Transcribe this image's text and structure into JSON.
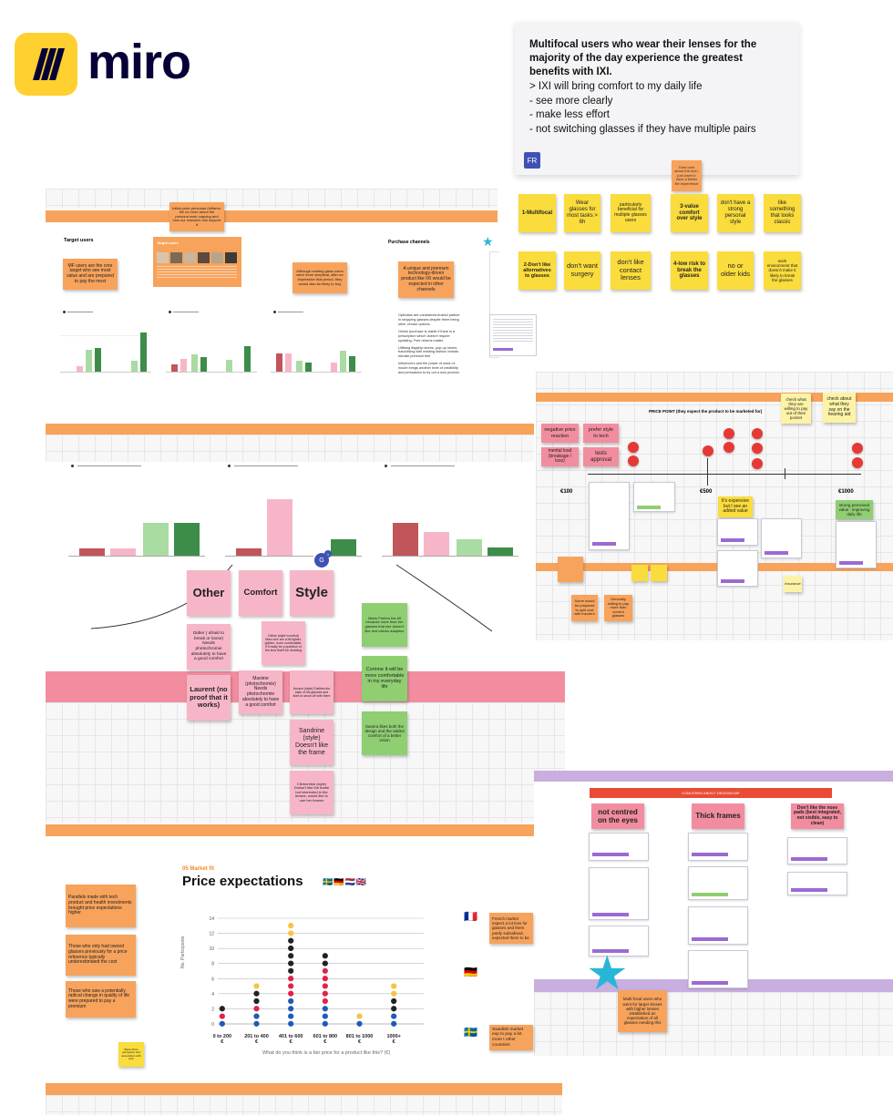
{
  "logo": {
    "wordmark": "miro"
  },
  "quote_card": {
    "headline": "Multifocal users who wear their lenses for the majority of the day experience the greatest benefits with IXI.",
    "bullets": [
      "> IXI will bring comfort to my daily life",
      "- see more clearly",
      "- make less effort",
      "- not switching glasses if they have multiple pairs"
    ],
    "avatar": "FR"
  },
  "top_right_stickies": {
    "small_orange": "Dont care about the tech, just want to have a better life experience",
    "row1": [
      "1-Multifocal",
      "Wear glasses for most tasks > 6h",
      "particularly beneficial for multiple glasses users",
      "3-value comfort over style",
      "don't have a strong personal style",
      "like something that looks classic"
    ],
    "row2": [
      "2-Don't like alternatives to glasses",
      "don't want surgery",
      "don't like contact lenses",
      "4-low risk to break the glasses",
      "no or older kids",
      "work environment that doesn't make it likely to break the glasses"
    ]
  },
  "target_section": {
    "note_top": "Initial proto personas (Inflame, tell us more about the persona work ongoing and how our research can support it",
    "title": "Target users",
    "card_title": "Target users",
    "sticky_left": "MF users are the core target who see most value and are prepared to pay the most",
    "sticky_mid": "Although reading glass users were more skeptical, after an impressive trial period, they would also be likely to buy",
    "channels_title": "Purchase channels",
    "sticky_channels": "A unique and premium technology-driven product like IXI would be expected in other channels",
    "channel_notes": [
      "Opticians are considered trusted partner in shopping glasses despite there being other vendor options",
      "Online purchase is viable if there is a prescription which doesn't require updating. Free returns matter.",
      "Utilising flagship stores, pop-up stores, franchising with existing fashion brands elevate premium feel",
      "Influencers and the power of word-of-mouth brings another level of credibility and persuasion to try out a new product"
    ]
  },
  "price_point": {
    "title": "PRICE POINT (they expect the product to be marketed for)",
    "labels": [
      "€100",
      "€500",
      "€1000"
    ],
    "pink_stickies": [
      "negative price reaction",
      "prefer style to tech",
      "mental load (breakage / loss)",
      "tests approval"
    ],
    "yellow_notes": [
      "check what they are willing to pay out of their pocket",
      "check about what they say on the hearing aid"
    ],
    "green_notes": [
      "It's expensive but I see an added value",
      "strong perceived value : improving daily life"
    ],
    "orange_notes": [
      "Some would be prepared to split cost with insurers",
      "Generally willing to pay more than current glasses"
    ],
    "insurance": "insurance"
  },
  "personas": {
    "headers": [
      "Other",
      "Comfort",
      "Style"
    ],
    "other_notes": [
      "Didier ( afraid to break or loose) Needs photochromie absolutely to have a good comfort",
      "Laurent (no proof that it works)"
    ],
    "comfort_notes": [
      "Céline (style+comfort) likes nice are a bit lighter, golden, more comfortable. It'll really be a question of the lens that'll be deciding",
      "Maxime (photochromie) Needs photochromie absolutely to have a good comfort"
    ],
    "style_notes": [
      "Arnaud (style) Dislikes the style of his glasses and likes to show off with them",
      "Sandrine (style) Doesn't like the frame",
      "Clémentine (style) Doesn't like the frame but interested in the lenses, would like to use her frames"
    ],
    "green_notes": [
      "Mario Prefers the tilt because more than her glasses that she doesn't like and values adaption",
      "Corinne It will be more comfortable in my everyday life",
      "Samira likes both the design and the added comfort of a better vision"
    ],
    "avatar_badge": "G",
    "avatar_count": "1"
  },
  "concerns": {
    "title": "CONCERNS ABOUT DESIGN/CMF",
    "headers": [
      "not centred on the eyes",
      "Thick frames",
      "Don't like the nose pads (best integrated, not visible, easy to clean)"
    ],
    "bottom_sticky": "Multi-focal users who went for larger lenses with higher lenses established an expectation of all glasses needing this"
  },
  "price_expect": {
    "eyebrow": "05 Market fit",
    "title": "Price expectations",
    "left_notes": [
      "Parallels made with tech product and health investments brought price expectations higher",
      "Those who only had owned glasses previously for a price reference typically underestimated the cost",
      "Those who saw a potentially radical change in quality of life were prepared to pay a premium"
    ],
    "yellow_small": "Basic Price perception and association with tech",
    "right_notes": [
      "French market expect a lot less for glasses and them partly subsidised, expected them to be",
      "Swedish market exp to pay a lot more t other countries"
    ],
    "flags": [
      "🇸🇪",
      "🇩🇪",
      "🇳🇱",
      "🇬🇧"
    ]
  },
  "chart_data": [
    {
      "type": "scatter",
      "title": "Price expectations",
      "xlabel": "What do you think is a fair price for a product like this? (€)",
      "ylabel": "No. Participants",
      "categories": [
        "0 to 200 €",
        "201 to 400 €",
        "401 to 600 €",
        "601 to 800 €",
        "801 to 1000 €",
        "1000+ €"
      ],
      "ylim": [
        0,
        14
      ],
      "yticks": [
        0,
        2,
        4,
        6,
        8,
        10,
        12,
        14
      ],
      "series": [
        {
          "name": "",
          "color": "#1e5bb8",
          "values": [
            1,
            2,
            4,
            3,
            1,
            2
          ]
        },
        {
          "name": "",
          "color": "#e0234b",
          "values": [
            1,
            1,
            3,
            5,
            0,
            0
          ]
        },
        {
          "name": "",
          "color": "#222222",
          "values": [
            1,
            2,
            5,
            2,
            0,
            2
          ]
        },
        {
          "name": "",
          "color": "#f6c343",
          "values": [
            0,
            1,
            2,
            0,
            1,
            2
          ]
        }
      ]
    }
  ]
}
